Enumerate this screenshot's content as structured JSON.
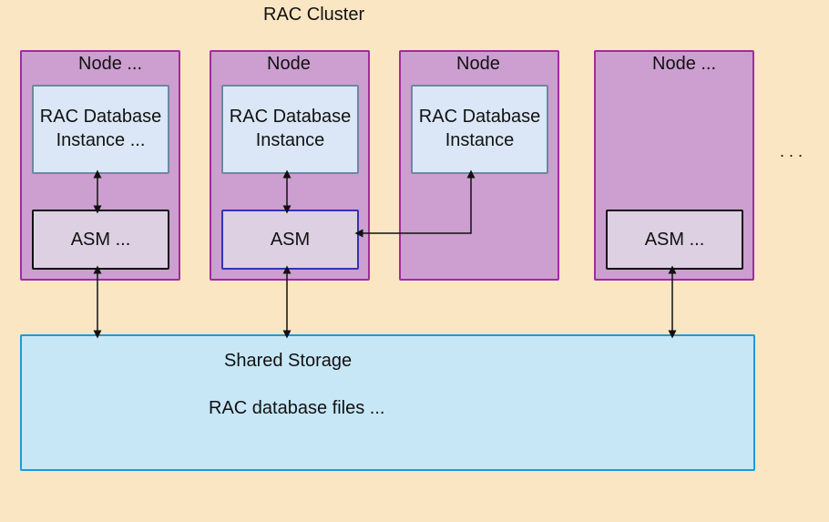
{
  "diagram": {
    "title": "RAC Cluster",
    "nodes": [
      {
        "label": "Node  ...",
        "instance": "RAC Database\nInstance  ...",
        "asm": "ASM  ..."
      },
      {
        "label": "Node",
        "instance": "RAC Database\nInstance",
        "asm": "ASM"
      },
      {
        "label": "Node",
        "instance": "RAC Database\nInstance"
      },
      {
        "label": "Node  ...",
        "asm": "ASM  ..."
      }
    ],
    "ellipsis": ". . .",
    "storage": {
      "title": "Shared Storage",
      "files": "RAC database files  ..."
    }
  }
}
